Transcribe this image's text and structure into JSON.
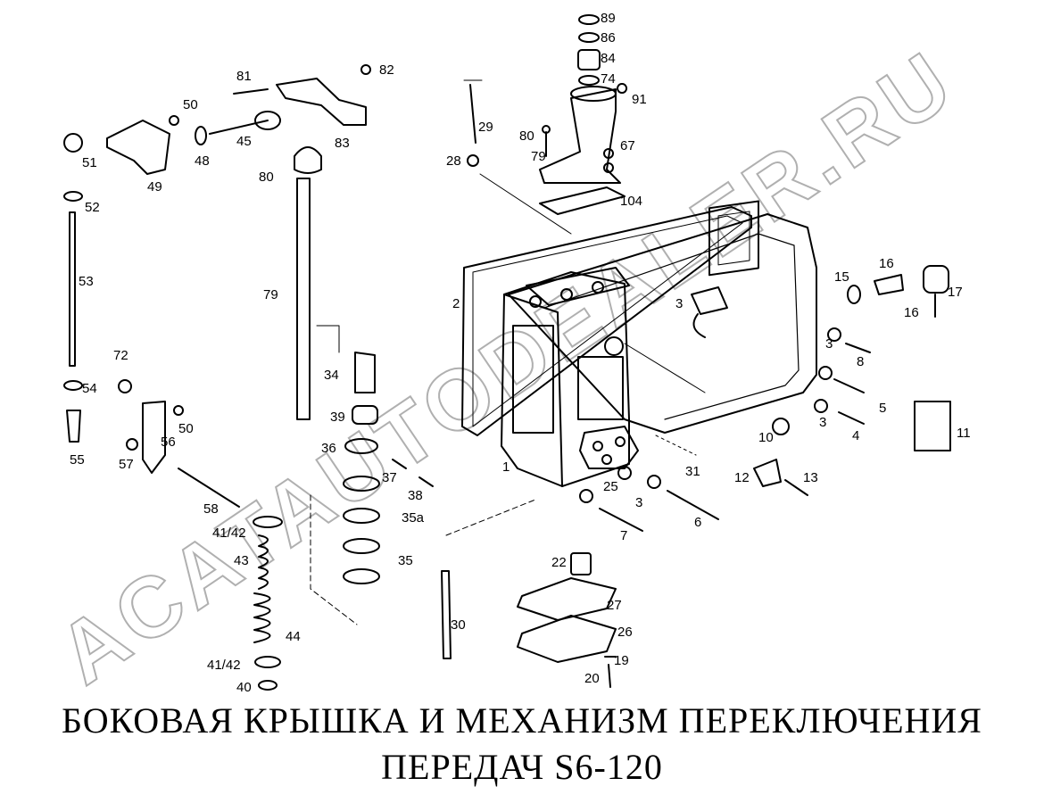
{
  "title": {
    "line1": "БОКОВАЯ КРЫШКА И МЕХАНИЗМ ПЕРЕКЛЮЧЕНИЯ",
    "line2": "ПЕРЕДАЧ S6-120"
  },
  "watermark": "ACATAUTODEALER.RU",
  "labels": {
    "p1": "1",
    "p2": "2",
    "p3a": "3",
    "p3b": "3",
    "p3c": "3",
    "p3d": "3",
    "p4": "4",
    "p5": "5",
    "p6": "6",
    "p7": "7",
    "p8": "8",
    "p10": "10",
    "p11": "11",
    "p12": "12",
    "p13": "13",
    "p15": "15",
    "p16a": "16",
    "p16b": "16",
    "p17": "17",
    "p19": "19",
    "p20": "20",
    "p22": "22",
    "p25": "25",
    "p26": "26",
    "p27": "27",
    "p28": "28",
    "p29": "29",
    "p30": "30",
    "p31": "31",
    "p34": "34",
    "p35": "35",
    "p35a": "35a",
    "p36": "36",
    "p37": "37",
    "p38": "38",
    "p39": "39",
    "p40": "40",
    "p4142a": "41/42",
    "p4142b": "41/42",
    "p43": "43",
    "p44": "44",
    "p45": "45",
    "p48": "48",
    "p49": "49",
    "p50a": "50",
    "p50b": "50",
    "p51": "51",
    "p52": "52",
    "p53": "53",
    "p54": "54",
    "p55": "55",
    "p56": "56",
    "p57": "57",
    "p58": "58",
    "p67": "67",
    "p72": "72",
    "p74": "74",
    "p79a": "79",
    "p79b": "79",
    "p80a": "80",
    "p80b": "80",
    "p81": "81",
    "p82": "82",
    "p83": "83",
    "p84": "84",
    "p86": "86",
    "p89": "89",
    "p91": "91",
    "p104": "104"
  }
}
